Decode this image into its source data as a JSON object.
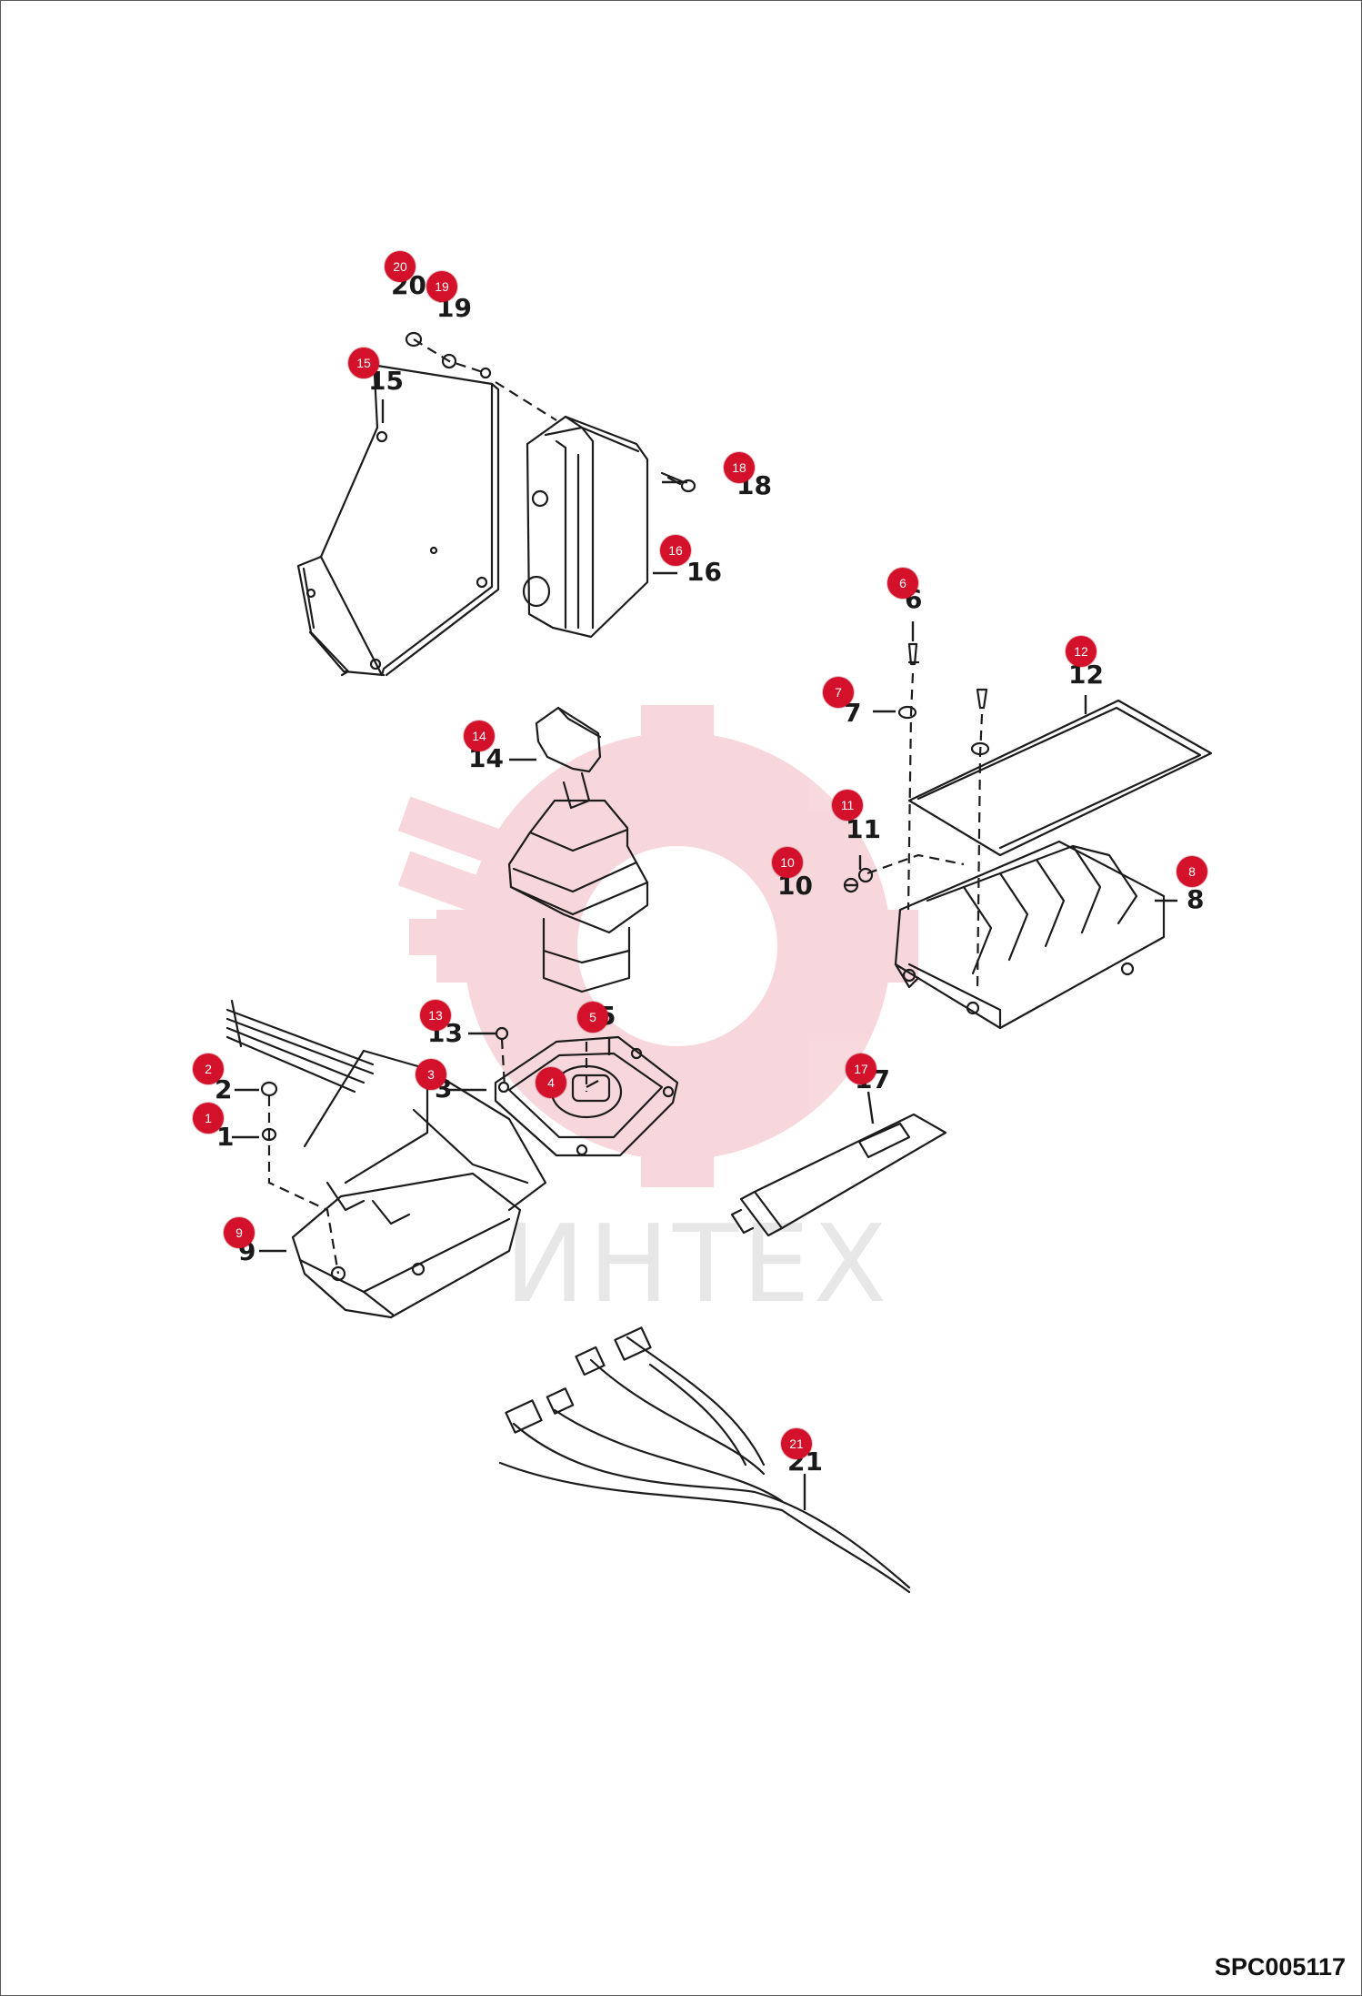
{
  "watermark": {
    "text": "ИНТЕХ",
    "color": "#d3112a"
  },
  "document_code": "SPC005117",
  "hotspot_color": "#d3112a",
  "callouts": [
    {
      "id": "20",
      "label": "20"
    },
    {
      "id": "19",
      "label": "19"
    },
    {
      "id": "15",
      "label": "15"
    },
    {
      "id": "18",
      "label": "18"
    },
    {
      "id": "16",
      "label": "16"
    },
    {
      "id": "6",
      "label": "6"
    },
    {
      "id": "12",
      "label": "12"
    },
    {
      "id": "7",
      "label": "7"
    },
    {
      "id": "14",
      "label": "14"
    },
    {
      "id": "11",
      "label": "11"
    },
    {
      "id": "10",
      "label": "10"
    },
    {
      "id": "8",
      "label": "8"
    },
    {
      "id": "13",
      "label": "13"
    },
    {
      "id": "5",
      "label": "5"
    },
    {
      "id": "3",
      "label": "3"
    },
    {
      "id": "4",
      "label": "4"
    },
    {
      "id": "2",
      "label": "2"
    },
    {
      "id": "17",
      "label": "17"
    },
    {
      "id": "1",
      "label": "1"
    },
    {
      "id": "9",
      "label": "9"
    },
    {
      "id": "21",
      "label": "21"
    }
  ]
}
